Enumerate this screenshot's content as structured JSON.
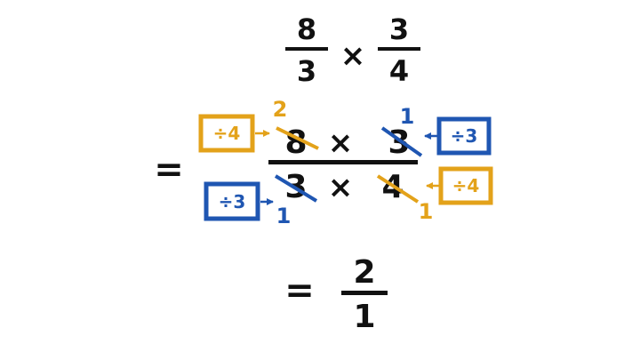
{
  "colors": {
    "ink": "#111111",
    "orange": "#e3a21a",
    "blue": "#1f56b2",
    "background": "#ffffff"
  },
  "top": {
    "num_a": "8",
    "den_a": "3",
    "times": "×",
    "num_b": "3",
    "den_b": "4"
  },
  "middle": {
    "equals": "=",
    "num_left": "8",
    "num_times": "×",
    "num_right": "3",
    "den_left": "3",
    "den_times": "×",
    "den_right": "4"
  },
  "cancellations": {
    "num_left_result": "2",
    "num_right_result": "1",
    "den_left_result": "1",
    "den_right_result": "1"
  },
  "divisor_tags": {
    "num_left": "÷4",
    "num_right": "÷3",
    "den_left": "÷3",
    "den_right": "÷4"
  },
  "result": {
    "equals": "=",
    "numerator": "2",
    "denominator": "1"
  }
}
